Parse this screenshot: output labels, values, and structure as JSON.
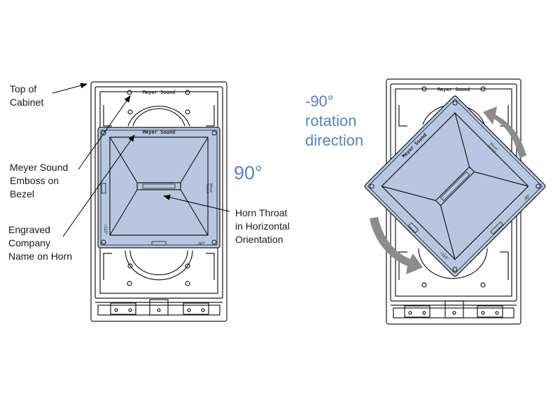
{
  "labels": {
    "top_cabinet": [
      "Top of",
      "Cabinet"
    ],
    "emboss_bezel": [
      "Meyer Sound",
      "Emboss on",
      "Bezel"
    ],
    "engraved_name": [
      "Engraved",
      "Company",
      "Name on Horn"
    ],
    "horn_throat": [
      "Horn Throat",
      "in Horizontal",
      "Orientation"
    ]
  },
  "left_angle": "90°",
  "rotation_text": [
    "-90°",
    "rotation",
    "direction"
  ],
  "bezel_engraving": "Meyer Sound",
  "horn_engraving": "Meyer Sound",
  "horn_badge": [
    "Meyer",
    "Sound"
  ],
  "angle_mark_side": "↕110°",
  "angle_mark_bottom": "-90°",
  "colors": {
    "horn_fill": "#b8c6e2",
    "accent_text": "#5a83c0",
    "arrow_gray": "#8c8c8c",
    "line": "#1a1a1a"
  }
}
